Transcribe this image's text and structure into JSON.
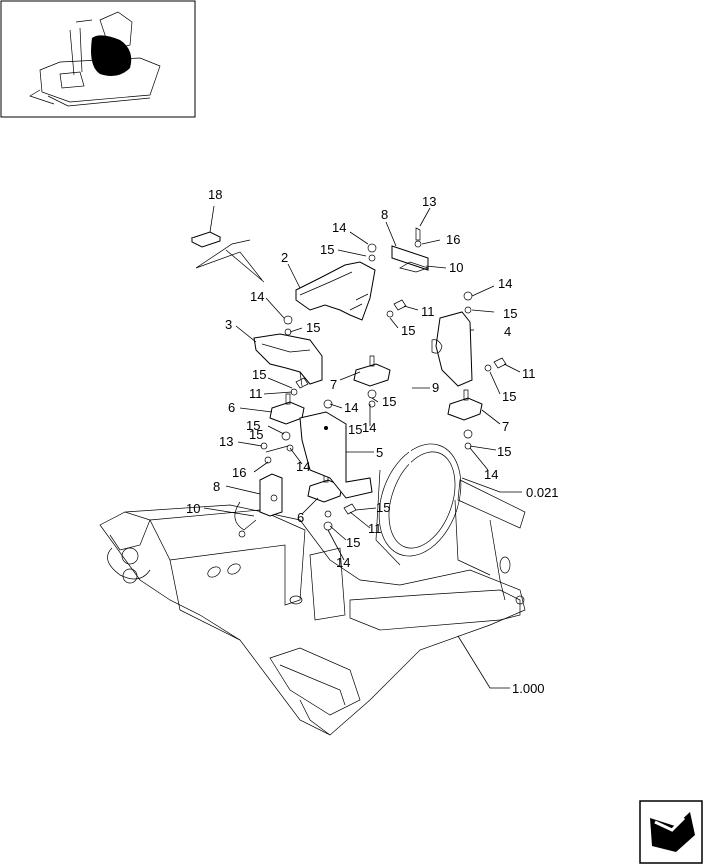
{
  "labels": {
    "p18": "18",
    "p13a": "13",
    "p8a": "8",
    "p14a": "14",
    "p16a": "16",
    "p15a": "15",
    "p2": "2",
    "p10a": "10",
    "p14b": "14",
    "p15b": "15",
    "p14c": "14",
    "p11a": "11",
    "p3": "3",
    "p15c": "15",
    "p15d": "15",
    "p4": "4",
    "p15e": "15",
    "p11b": "11",
    "p7a": "7",
    "p9": "9",
    "p15f": "15",
    "p15g": "15",
    "p6a": "6",
    "p11c": "11",
    "p14d": "14",
    "p15h": "15",
    "p15i": "15",
    "p14e": "14",
    "p7b": "7",
    "p13b": "13",
    "p15j": "15",
    "p14f": "14",
    "p5": "5",
    "p16b": "16",
    "p14g": "14",
    "p8b": "8",
    "p10b": "10",
    "p6b": "6",
    "p15k": "15",
    "p11d": "11",
    "p15l": "15",
    "p14h": "14",
    "p0021": "0.021",
    "p1000": "1.000"
  },
  "icons": {
    "thumbnail": "machine-overview-thumbnail",
    "nav": "next-page-arrow-icon"
  }
}
